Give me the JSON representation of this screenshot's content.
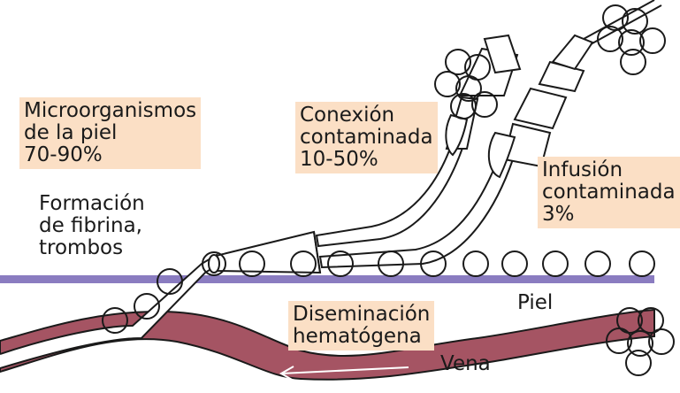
{
  "labels": {
    "skin_microorganisms": [
      "Microorganismos",
      "de la piel",
      "70-90%"
    ],
    "contaminated_connection": [
      "Conexión",
      "contaminada",
      "10-50%"
    ],
    "contaminated_infusion": [
      "Infusión",
      "contaminada",
      "3%"
    ],
    "fibrin_formation": [
      "Formación",
      "de fibrina,",
      "trombos"
    ],
    "skin": "Piel",
    "hematogenous_spread": [
      "Diseminación",
      "hematógena"
    ],
    "vein": "Vena"
  },
  "colors": {
    "label_box": "#fbdfc5",
    "skin_line": "#8a7cc0",
    "vein_fill": "#a55463",
    "outline": "#1a1a1a"
  }
}
